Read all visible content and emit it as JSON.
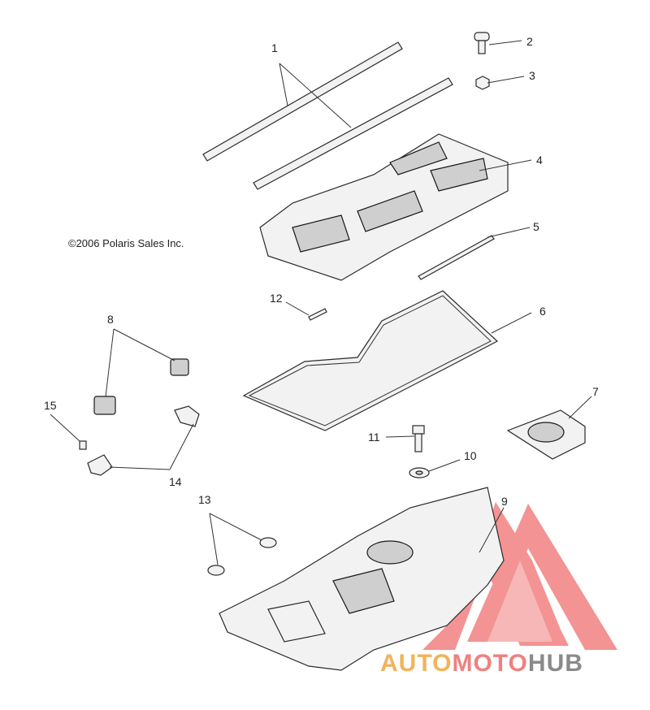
{
  "diagram": {
    "copyright": "©2006 Polaris Sales Inc.",
    "callouts": [
      "1",
      "2",
      "3",
      "4",
      "5",
      "6",
      "7",
      "8",
      "9",
      "10",
      "11",
      "12",
      "13",
      "14",
      "15"
    ]
  },
  "watermark": {
    "word_a": "AUTO",
    "word_b": "MOTO",
    "word_c": "HUB",
    "colors": {
      "auto": "#f2b35a",
      "moto": "#f08080",
      "hub": "#8a8a8a",
      "logo": "#f07070"
    }
  }
}
